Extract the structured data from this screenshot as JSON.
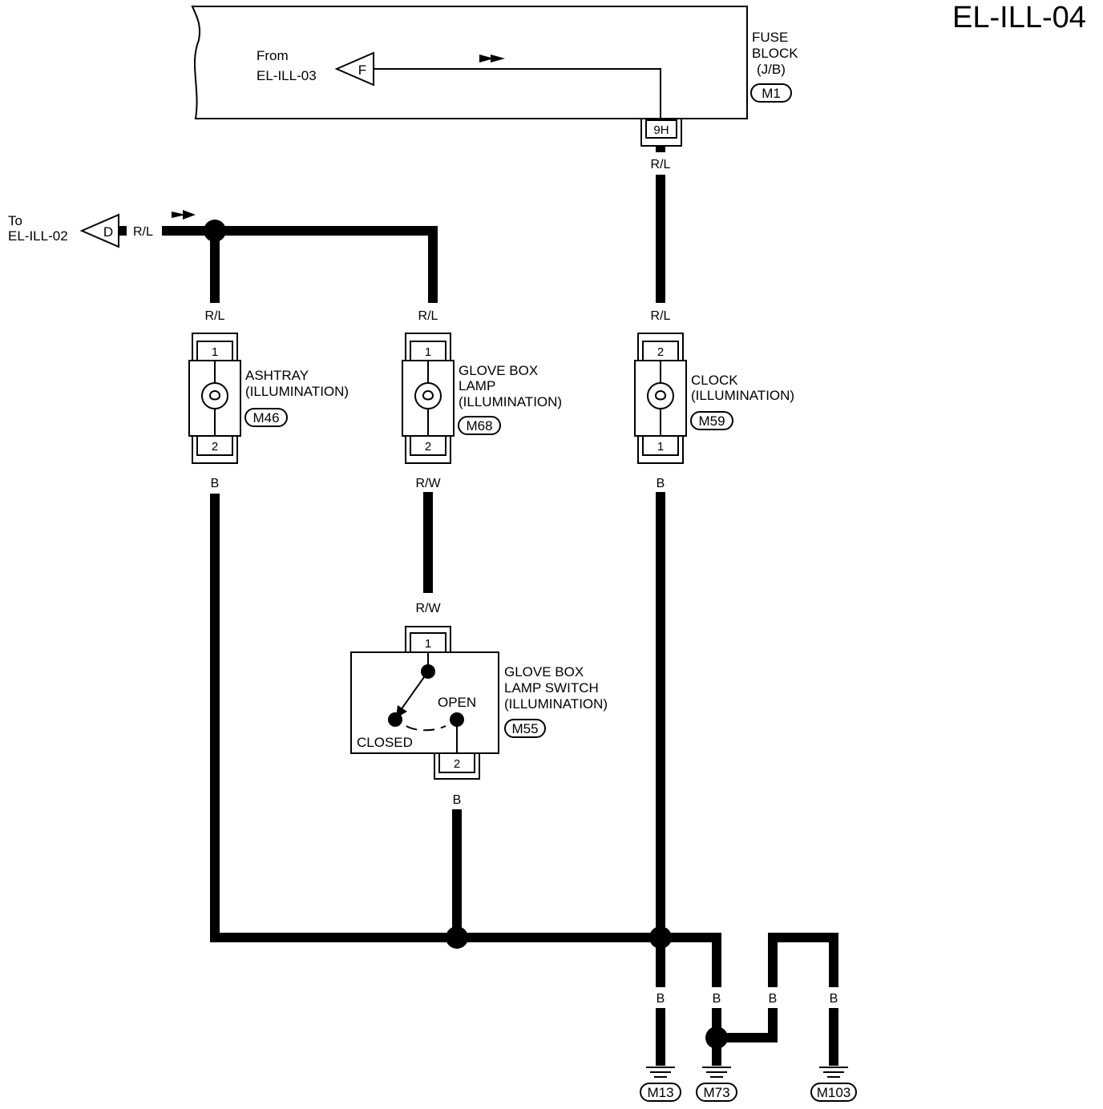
{
  "page_id": "EL-ILL-04",
  "fuse_block": {
    "name_lines": [
      "FUSE",
      "BLOCK",
      "(J/B)"
    ],
    "connector": "M1",
    "terminal": "9H",
    "from_ref_lines": [
      "From",
      "EL-ILL-03"
    ],
    "from_connector_letter": "F"
  },
  "to_ref": {
    "lines": [
      "To",
      "EL-ILL-02"
    ],
    "connector_letter": "D",
    "wire": "R/L"
  },
  "ashtray": {
    "name_lines": [
      "ASHTRAY",
      "(ILLUMINATION)"
    ],
    "connector": "M46",
    "pin_top": "1",
    "pin_bottom": "2",
    "wire_top": "R/L",
    "wire_bottom": "B"
  },
  "glove_box_lamp": {
    "name_lines": [
      "GLOVE BOX",
      "LAMP",
      "(ILLUMINATION)"
    ],
    "connector": "M68",
    "pin_top": "1",
    "pin_bottom": "2",
    "wire_top": "R/L",
    "wire_bottom": "R/W"
  },
  "clock": {
    "name_lines": [
      "CLOCK",
      "(ILLUMINATION)"
    ],
    "connector": "M59",
    "pin_top": "2",
    "pin_bottom": "1",
    "wire_top": "R/L",
    "wire_bottom": "B"
  },
  "fuse_wire": "R/L",
  "glove_box_switch": {
    "name_lines": [
      "GLOVE BOX",
      "LAMP SWITCH",
      "(ILLUMINATION)"
    ],
    "connector": "M55",
    "pin_top": "1",
    "pin_bottom": "2",
    "wire_top": "R/W",
    "wire_bottom": "B",
    "state_open": "OPEN",
    "state_closed": "CLOSED"
  },
  "grounds": [
    {
      "connector": "M13",
      "wire": "B"
    },
    {
      "connector": "M73",
      "wire": "B"
    },
    {
      "connector": "M103",
      "wire": "B"
    }
  ],
  "ground_branch_wire": "B"
}
